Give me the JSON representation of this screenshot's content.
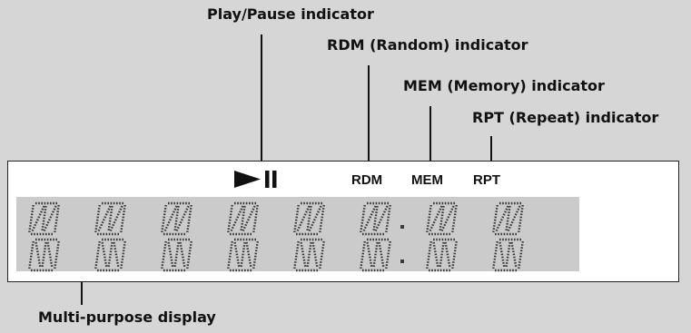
{
  "callouts": {
    "play_pause": "Play/Pause indicator",
    "random": "RDM (Random) indicator",
    "memory": "MEM (Memory) indicator",
    "repeat": "RPT (Repeat) indicator",
    "display": "Multi-purpose display"
  },
  "indicators": {
    "play_pause_icon": "play-pause-icon",
    "rdm": "RDM",
    "mem": "MEM",
    "rpt": "RPT"
  },
  "display": {
    "digit_count": 8,
    "colon_after_digit": 6
  },
  "colors": {
    "background": "#d6d6d6",
    "panel": "#ffffff",
    "lcd_background": "#cbcbcb",
    "segment": "#3a3a3a",
    "text": "#111111"
  }
}
